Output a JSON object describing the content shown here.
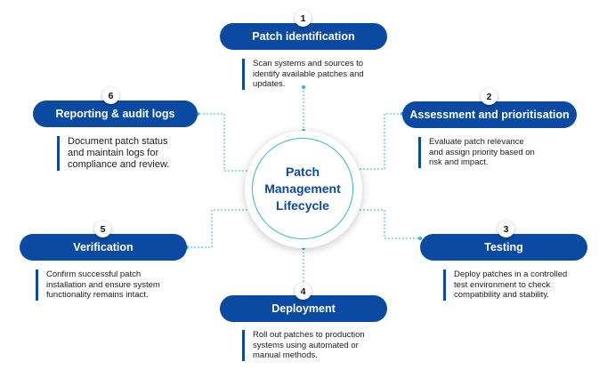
{
  "center": {
    "line1": "Patch",
    "line2": "Management",
    "line3": "Lifecycle"
  },
  "steps": [
    {
      "number": "1",
      "title": "Patch identification",
      "lines": [
        "Scan systems and sources to",
        "identify available patches and",
        "updates."
      ]
    },
    {
      "number": "2",
      "title": "Assessment and prioritisation",
      "lines": [
        "Evaluate patch relevance",
        "and assign priority based on",
        "risk and impact."
      ]
    },
    {
      "number": "3",
      "title": "Testing",
      "lines": [
        "Deploy patches in a controlled",
        "test environment to check",
        "compatibility and stability."
      ]
    },
    {
      "number": "4",
      "title": "Deployment",
      "lines": [
        "Roll out patches to production",
        "systems using automated or",
        "manual methods."
      ]
    },
    {
      "number": "5",
      "title": "Verification",
      "lines": [
        "Confirm successful patch",
        "installation and ensure system",
        "functionality remains intact."
      ]
    },
    {
      "number": "6",
      "title": "Reporting & audit logs",
      "lines": [
        "Document patch status",
        "and maintain logs for",
        "compliance and review."
      ]
    }
  ],
  "colors": {
    "pill": "#0b4aa3",
    "connector": "#2fb6d6",
    "text": "#1c1c1c"
  }
}
